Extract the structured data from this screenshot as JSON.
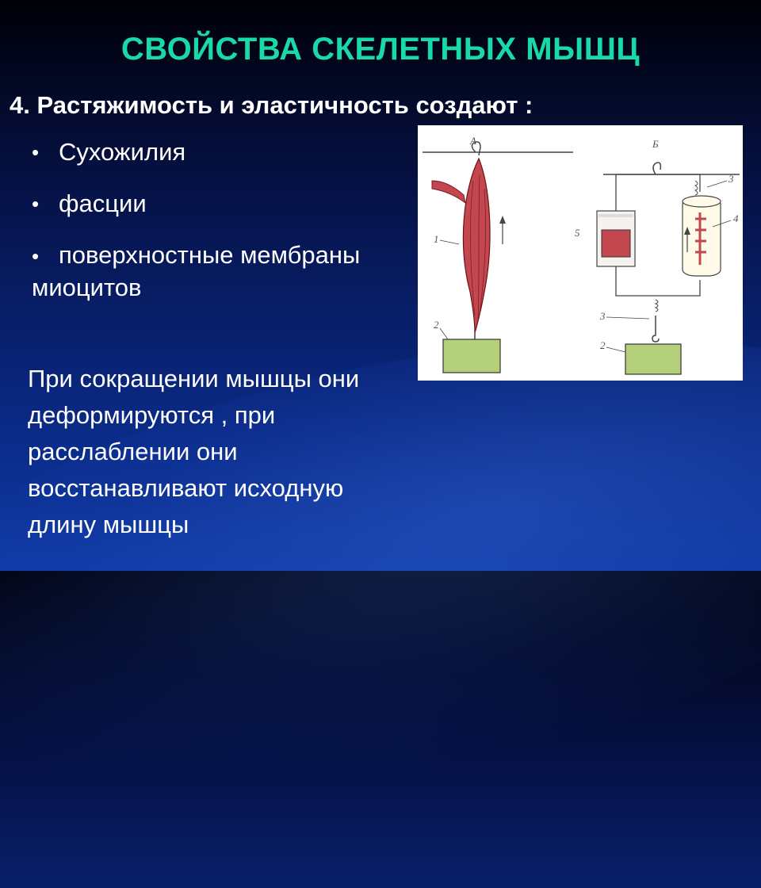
{
  "slide": {
    "title": "СВОЙСТВА СКЕЛЕТНЫХ МЫШЦ",
    "point": "4. Растяжимость и эластичность создают  :",
    "bullets": [
      "Сухожилия",
      "фасции",
      "поверхностные мембраны миоцитов"
    ],
    "note": "При сокращении мышцы они деформируются , при расслаблении  они восстанавливают исходную длину мышцы"
  },
  "figure": {
    "panel_a": "А",
    "panel_b": "Б",
    "labels": [
      "1",
      "2",
      "5",
      "3",
      "4",
      "3",
      "2"
    ]
  },
  "colors": {
    "title": "#19d9a8",
    "muscle": "#c2474f",
    "weight": "#b4d07a"
  }
}
